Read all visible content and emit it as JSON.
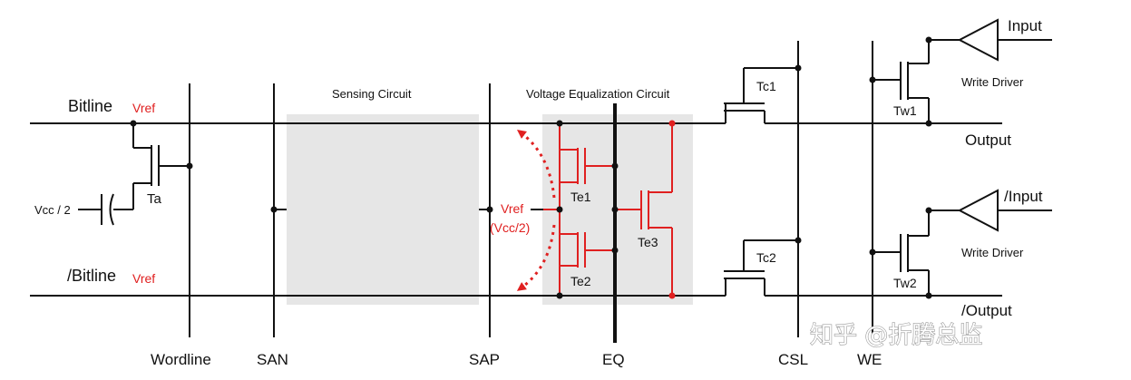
{
  "colors": {
    "wire": "#111111",
    "red": "#e02020",
    "shade": "#e6e6e6"
  },
  "labels": {
    "bitline": "Bitline",
    "bitline_bar": "/Bitline",
    "vref": "Vref",
    "vcc_half": "Vcc / 2",
    "ta": "Ta",
    "sensing_circuit": "Sensing Circuit",
    "voltage_eq": "Voltage Equalization Circuit",
    "vref_mid": "Vref",
    "vcc_over_2": "(Vcc/2)",
    "te1": "Te1",
    "te2": "Te2",
    "te3": "Te3",
    "tc1": "Tc1",
    "tc2": "Tc2",
    "tw1": "Tw1",
    "tw2": "Tw2",
    "input": "Input",
    "input_bar": "/Input",
    "write_driver_1": "Write Driver",
    "write_driver_2": "Write Driver",
    "output": "Output",
    "output_bar": "/Output",
    "wordline": "Wordline",
    "san": "SAN",
    "sap": "SAP",
    "eq": "EQ",
    "csl": "CSL",
    "we": "WE"
  },
  "watermark": "知乎 @折腾总监"
}
